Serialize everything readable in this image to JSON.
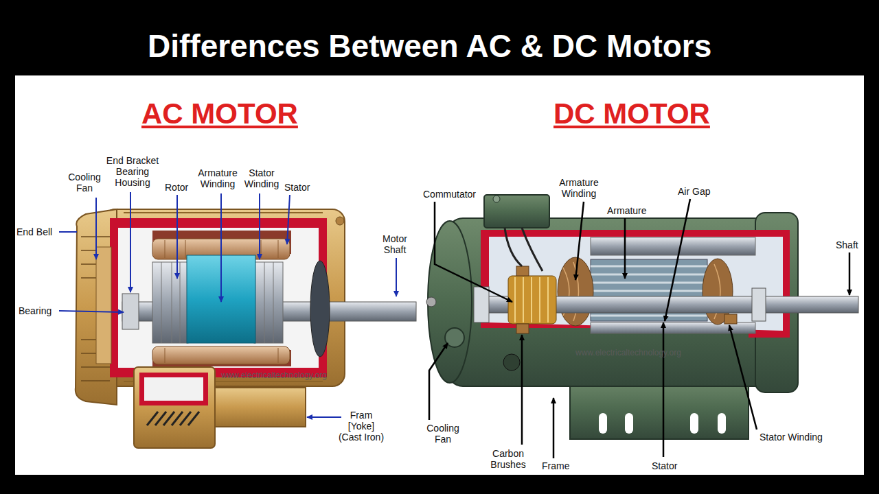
{
  "diagram": {
    "title": "Differences Between AC & DC Motors",
    "labels": [
      "AC MOTOR",
      "DC MOTOR",
      "Cooling Fan",
      "End Bracket Bearing Housing",
      "Rotor",
      "Armature Winding",
      "Stator Winding",
      "Stator",
      "End Bell",
      "Motor Shaft",
      "Bearing",
      "www.electricaltechnology.org",
      "Fram [Yoke] (Cast Iron)",
      "Commutator",
      "Armature Winding",
      "Armature",
      "Air Gap",
      "Shaft",
      "www.electricaltechnology.org",
      "Cooling Fan",
      "Carbon Brushes",
      "Frame",
      "Stator",
      "Stator Winding"
    ]
  }
}
